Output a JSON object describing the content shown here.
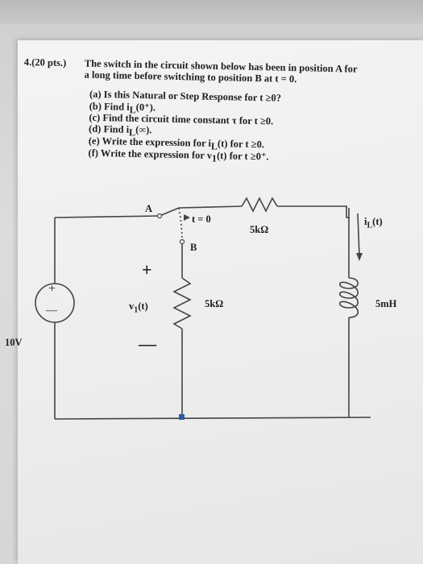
{
  "problem": {
    "number": "4.(20 pts.)",
    "line1": "The switch in the circuit shown below has been in position A for",
    "line2": "a long time before switching to position B at t = 0.",
    "parts": [
      "(a) Is this Natural or Step Response for t ≥0?",
      "(b) Find i",
      "(c) Find the circuit time constant τ for t ≥0.",
      "(d) Find i",
      "(e) Write the expression for i",
      "(f) Write the expression for v"
    ],
    "part_b_tail": "(0⁺).",
    "part_d_tail": "(∞).",
    "part_e_tail": "(t) for t ≥0.",
    "part_f_tail": "(t) for t ≥0⁺.",
    "sub_L": "L",
    "sub_1": "1"
  },
  "circuit": {
    "switch_A": "A",
    "switch_B": "B",
    "switch_time": "t = 0",
    "r_top": "5kΩ",
    "r_mid": "5kΩ",
    "inductor": "5mH",
    "il_label": "i",
    "il_sub": "L",
    "il_tail": "(t)",
    "v1_label": "v",
    "v1_sub": "1",
    "v1_tail": "(t)",
    "plus": "+",
    "minus": "—",
    "source_plus": "+",
    "source_minus": "—",
    "source_value": "10V"
  }
}
